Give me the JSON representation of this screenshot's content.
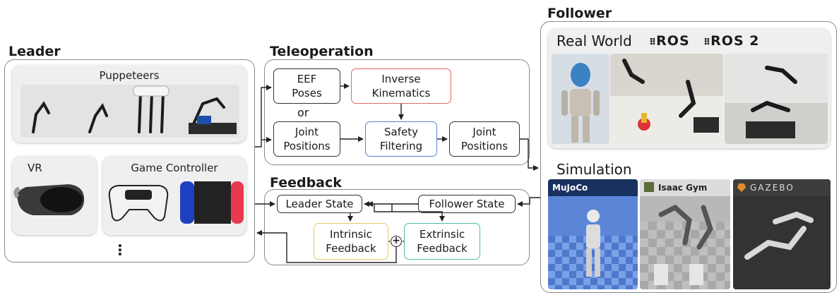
{
  "sections": {
    "leader": "Leader",
    "teleoperation": "Teleoperation",
    "feedback": "Feedback",
    "follower": "Follower"
  },
  "leader": {
    "puppeteers": "Puppeteers",
    "vr": "VR",
    "game_controller": "Game Controller",
    "more": "⋮"
  },
  "teleop": {
    "eef_poses": "EEF\nPoses",
    "or": "or",
    "joint_positions_in": "Joint\nPositions",
    "inverse_kinematics": "Inverse\nKinematics",
    "safety_filtering": "Safety\nFiltering",
    "joint_positions_out": "Joint\nPositions"
  },
  "feedback": {
    "leader_state": "Leader State",
    "follower_state": "Follower State",
    "intrinsic": "Intrinsic\nFeedback",
    "extrinsic": "Extrinsic\nFeedback",
    "plus": "+"
  },
  "follower": {
    "real_world": "Real World",
    "ros": "ROS",
    "ros2": "ROS 2",
    "simulation": "Simulation",
    "mujoco": "MuJoCo",
    "isaac_gym": "Isaac Gym",
    "gazebo": "GAZEBO"
  }
}
